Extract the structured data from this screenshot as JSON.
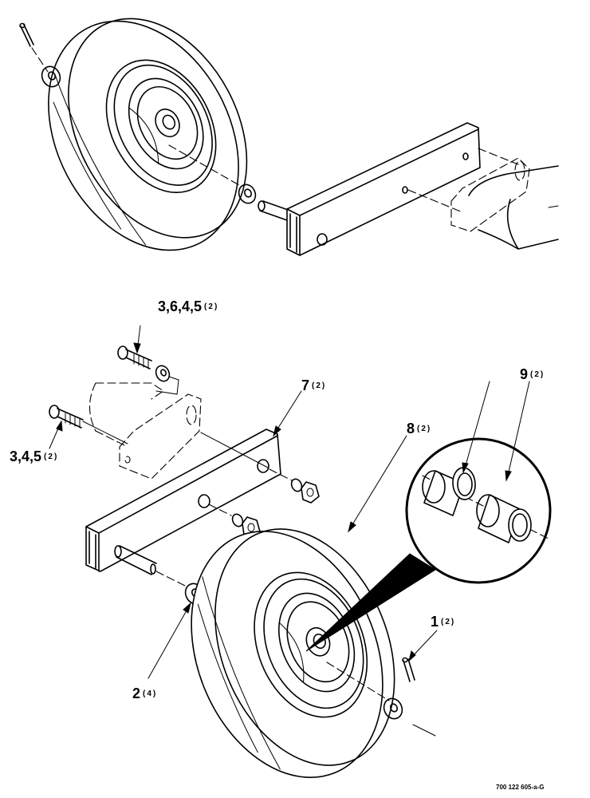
{
  "callouts": {
    "c1": {
      "main": "3,6,4,5",
      "qty": "(2)"
    },
    "c2": {
      "main": "3,4,5",
      "qty": "(2)"
    },
    "c3": {
      "main": "7",
      "qty": "(2)"
    },
    "c4": {
      "main": "8",
      "qty": "(2)"
    },
    "c5": {
      "main": "9",
      "qty": "(2)"
    },
    "c6": {
      "main": "1",
      "qty": "(2)"
    },
    "c7": {
      "main": "2",
      "qty": "(4)"
    }
  },
  "drawing_code": "700 122 605-a-G"
}
